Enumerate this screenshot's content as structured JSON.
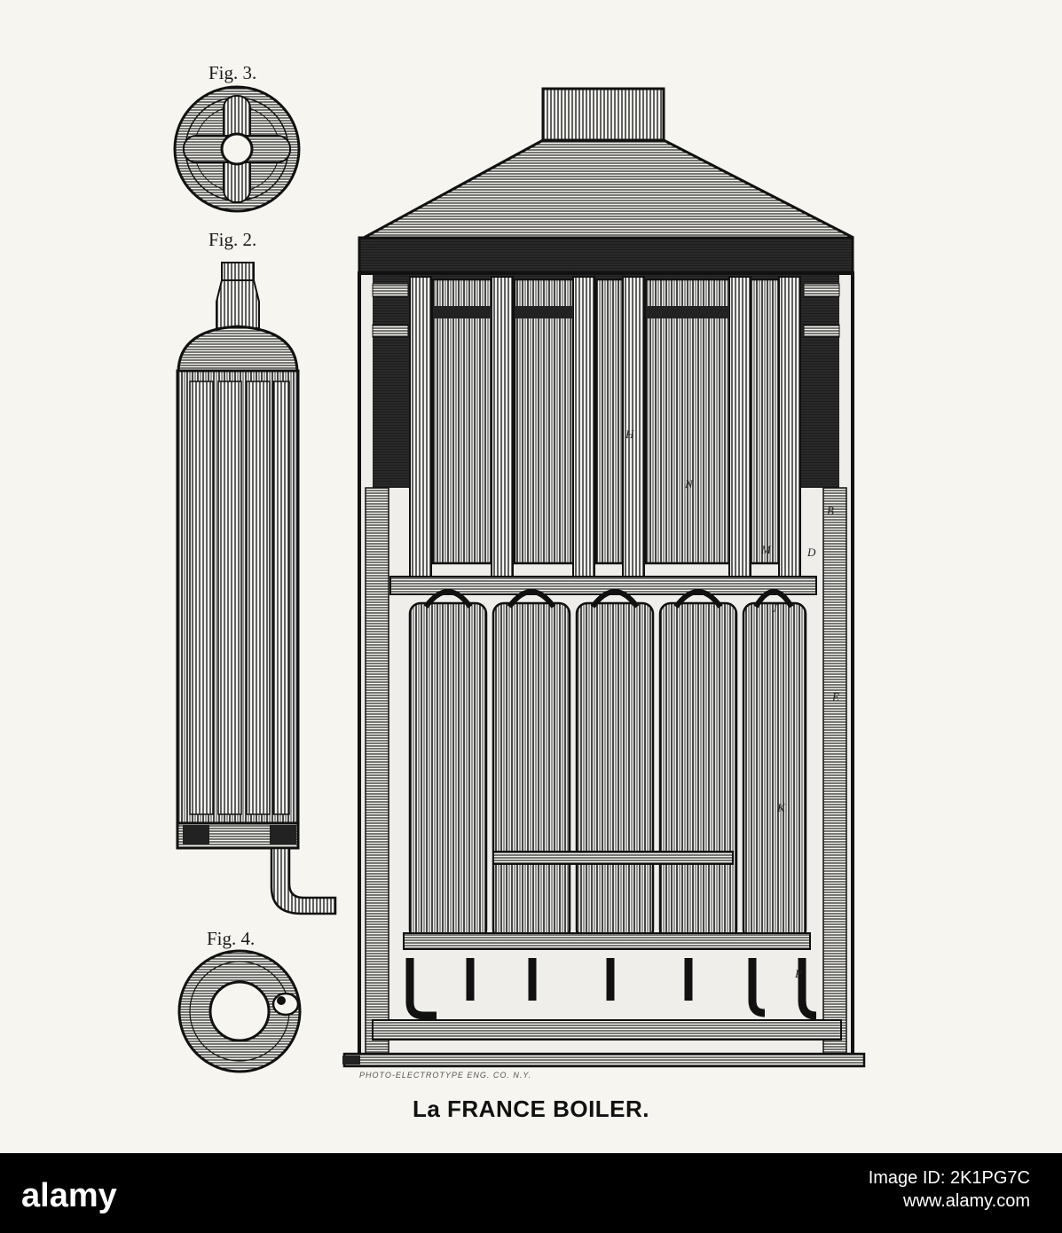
{
  "figures": {
    "fig3": "Fig. 3.",
    "fig2": "Fig. 2.",
    "fig4": "Fig. 4."
  },
  "callouts": [
    "H",
    "N",
    "B",
    "D",
    "M",
    "J",
    "E",
    "K",
    "P"
  ],
  "engraver_credit": "PHOTO-ELECTROTYPE ENG. CO. N.Y.",
  "caption": "La FRANCE BOILER.",
  "footer": {
    "logo": "alamy",
    "image_id_label": "Image ID: 2K1PG7C",
    "site": "www.alamy.com"
  }
}
